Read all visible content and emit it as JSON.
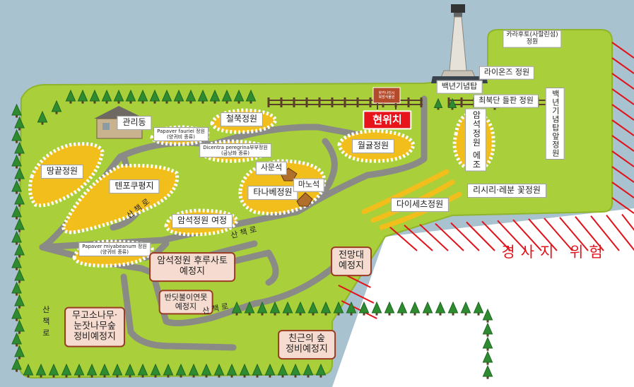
{
  "map": {
    "labels": {
      "office": "관리동",
      "current_location": "현위치",
      "ttangkkeut": "땅끝정원",
      "tenpo": "텐포쿠평지",
      "papaver_fauriei": "Papaver fauriei 정원",
      "papaver_fauriei_sub": "(양귀비 종류)",
      "dicentra": "Dicentra peregrina부부정원",
      "dicentra_sub": "(금낭화 종류)",
      "cheoljjuk": "철쭉정원",
      "wolgyul": "월귤정원",
      "samun_rock": "사문석",
      "tanabe": "타나베정원",
      "manoseok": "마노석",
      "amseok_yeojeong": "암석정원 여정",
      "papaver_miyabeanum": "Papaver miyabeanum 정원",
      "papaver_miyabeanum_sub": "(양귀비 종류)",
      "amseok_furu": [
        "암석정원 후루사토",
        "예정지"
      ],
      "bandi": [
        "반딧불이연못",
        "예정지"
      ],
      "mugo": [
        "무고소나무·",
        "눈잣나무숲",
        "정비예정지"
      ],
      "friendly_forest": [
        "친근의 숲",
        "정비예정지"
      ],
      "observatory": [
        "전망대",
        "예정지"
      ],
      "daisetsu": "다이세츠정원",
      "risiri": "리시리·레분 꽃정원",
      "amseok_ejo": "암석정원 에조",
      "karafuto": [
        "카라후토(사할린섬)",
        "정원"
      ],
      "lions": "라이온즈 정원",
      "memorial_tower": "백년기념탑",
      "northernmost_plain": "최북단 들판 정원",
      "tower_front": "백년기념탑앞정원",
      "path_1": "산 책 로",
      "path_2": "산 책 로",
      "path_3": "산 책 로",
      "path_4": "산 책 로",
      "danger": "경사지 위험",
      "sign_tag": [
        "왓카나이시",
        "북방식물원"
      ]
    },
    "icons": {
      "tree": "conifer-tree-icon",
      "building": "office-building-icon",
      "tower": "memorial-tower-icon",
      "sign": "signboard-icon",
      "rock": "rock-icon"
    },
    "colors": {
      "sky": "#a8c2cf",
      "grass": "#a9cf3a",
      "grass_edge": "#8fb52c",
      "garden": "#f2be1c",
      "path": "#8a8a86",
      "tree": "#2f8b2f",
      "tree_dark": "#1f6a22",
      "fence": "#5b4028",
      "hazard": "#e1121a",
      "here": "#e8141b",
      "planned_border": "#9a3b24"
    }
  }
}
